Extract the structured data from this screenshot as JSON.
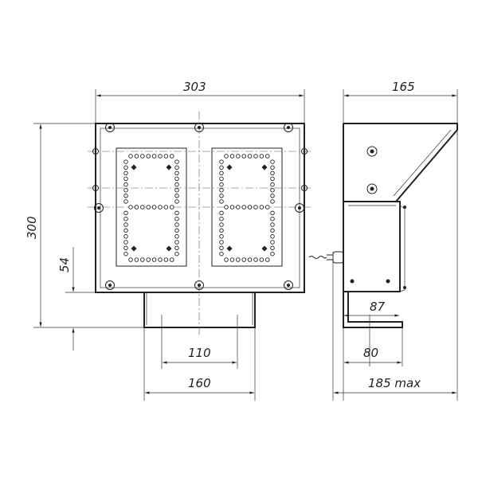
{
  "dimensions": {
    "width_303": "303",
    "height_300": "300",
    "offset_54": "54",
    "base_110": "110",
    "base_160": "160",
    "depth_165": "165",
    "depth_87": "87",
    "depth_80": "80",
    "depth_185_max": "185 max"
  },
  "display_digits": 2,
  "colors": {
    "line": "#222222",
    "background": "#ffffff"
  }
}
